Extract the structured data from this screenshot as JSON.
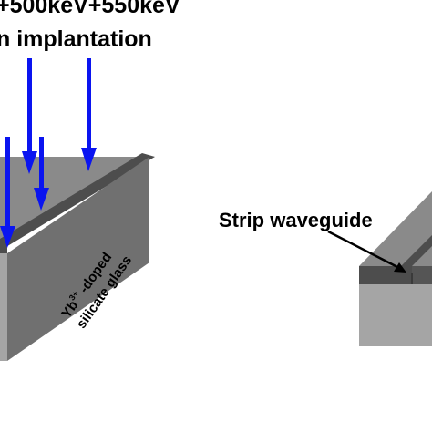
{
  "title": {
    "line1": "+500keV+550keV",
    "line2": "n implantation"
  },
  "labels": {
    "strip": "Strip waveguide",
    "side_prefix": "Yb",
    "side_sup": "3+",
    "side_suffix": " -doped",
    "side_line2": "silicate glass"
  },
  "colors": {
    "arrow": "#0a14f0",
    "top_face": "#8a8a8a",
    "front_face": "#a5a5a5",
    "side_face": "#707070",
    "layer": "#4d4d4d"
  }
}
